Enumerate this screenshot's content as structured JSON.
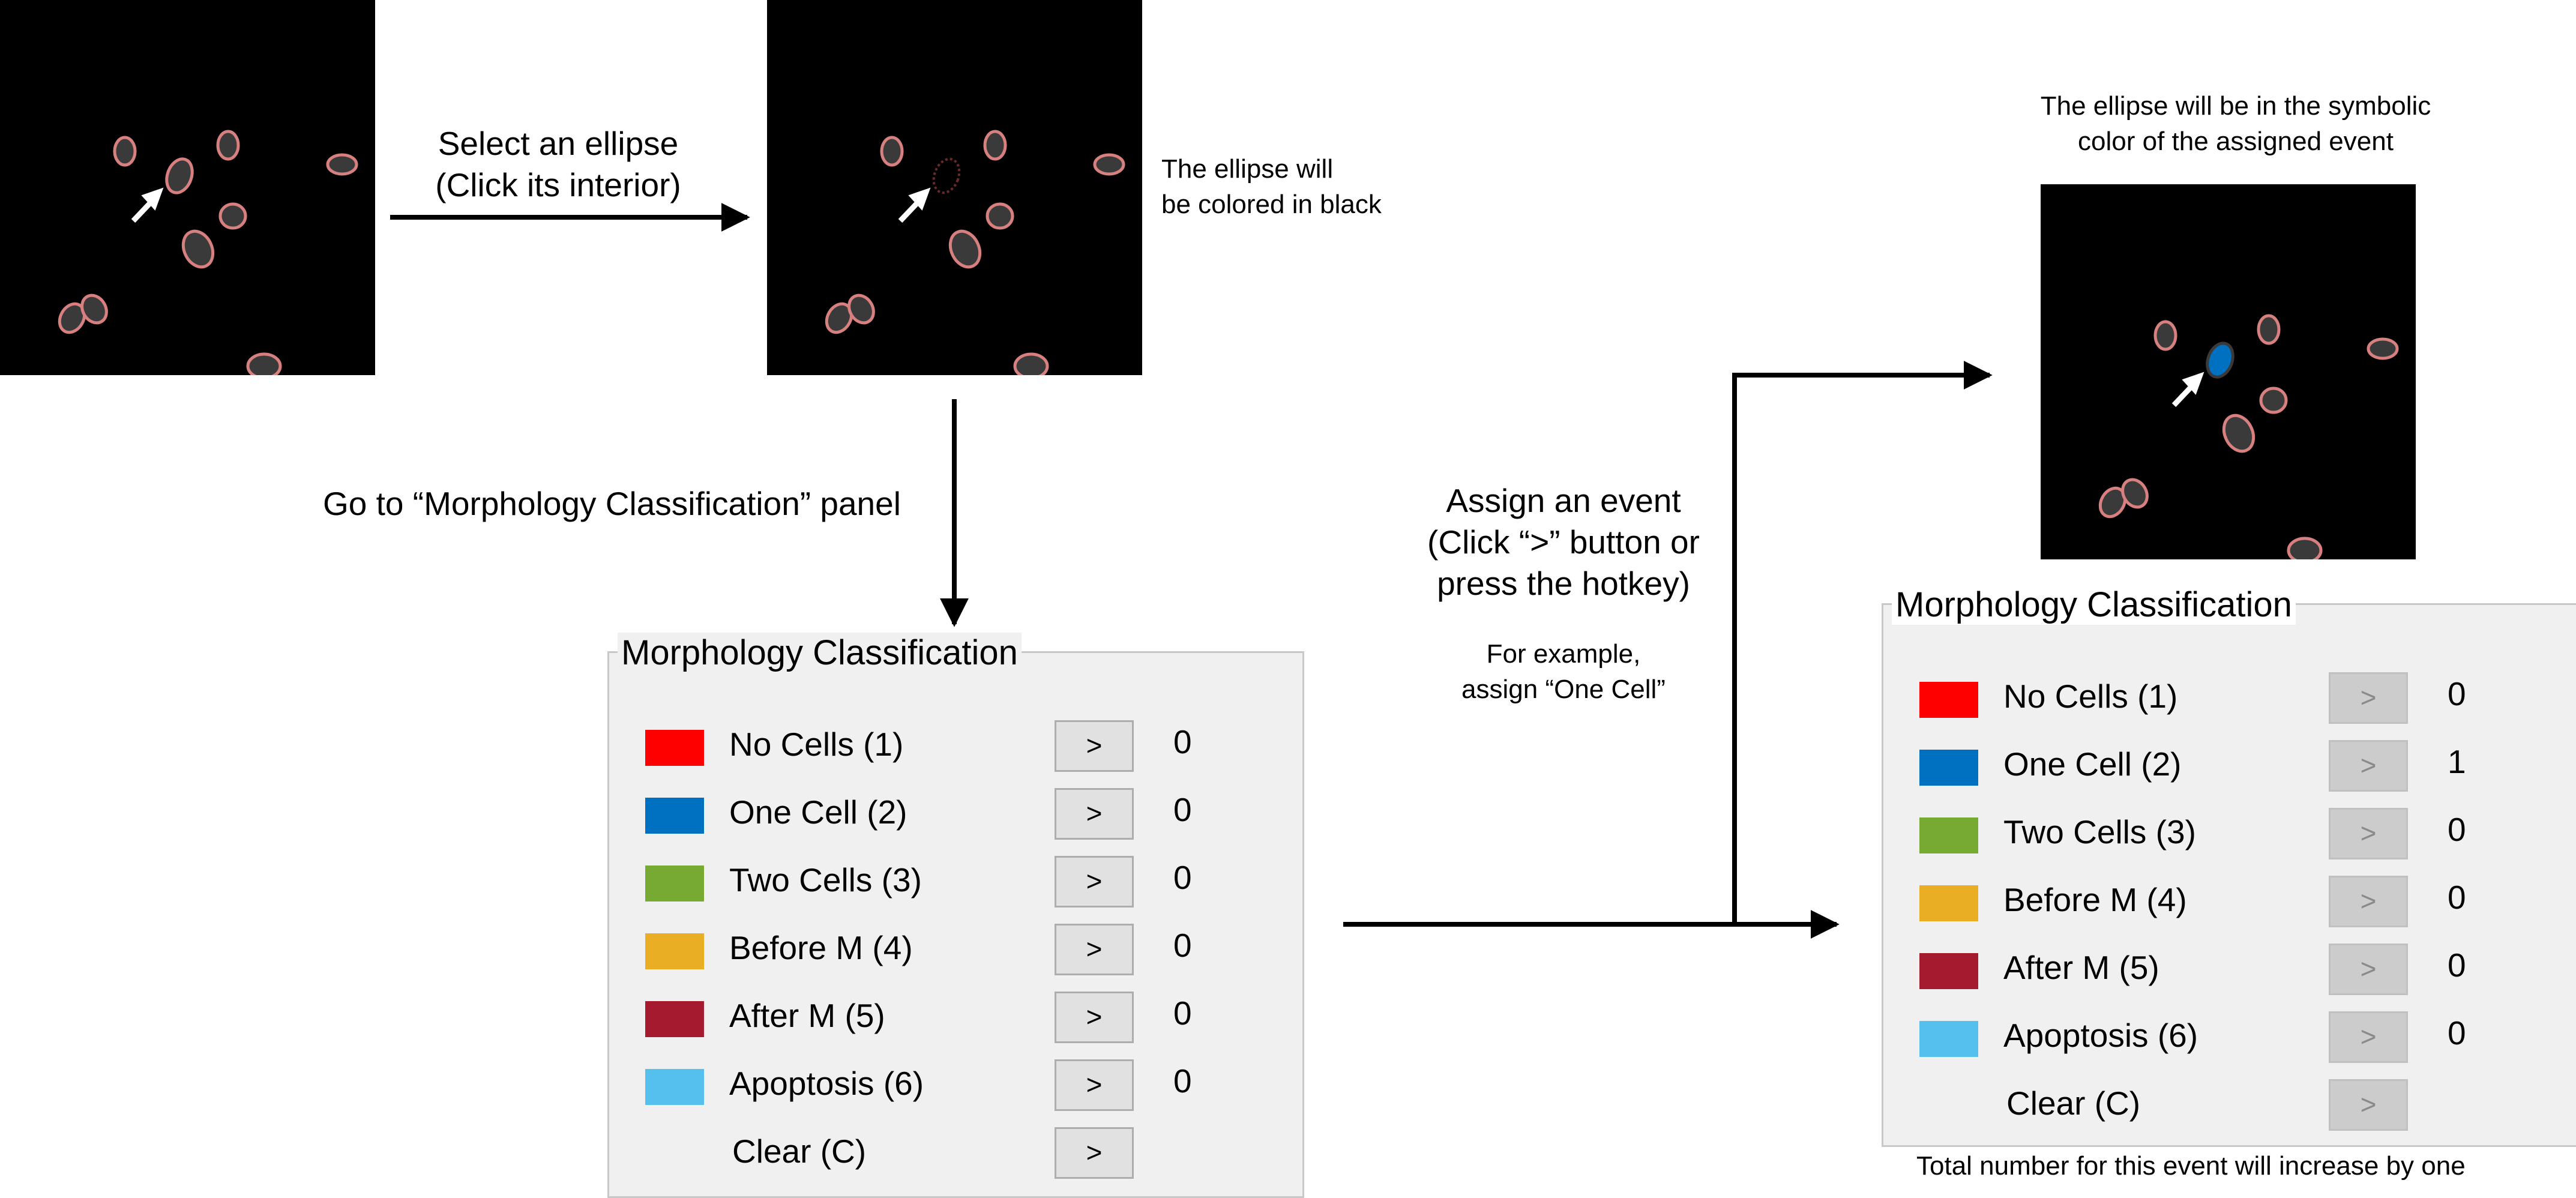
{
  "step1": {
    "text": "Select an ellipse\n(Click its interior)"
  },
  "step1_result": "The ellipse will\nbe colored in black",
  "step2": "Go to “Morphology Classification” panel",
  "step3": {
    "text": "Assign an event\n(Click “>” button or\npress the hotkey)",
    "example": "For example,\nassign “One Cell”"
  },
  "final_note": "The ellipse will be in the symbolic\ncolor of the assigned event",
  "total_note": "Total number for this event will increase by one",
  "panel_before": {
    "title": "Morphology Classification",
    "rows": [
      {
        "label": "No Cells (1)",
        "color": "#ff0000",
        "button": ">",
        "count": "0"
      },
      {
        "label": "One Cell (2)",
        "color": "#0070c0",
        "button": ">",
        "count": "0"
      },
      {
        "label": "Two Cells (3)",
        "color": "#77aa33",
        "button": ">",
        "count": "0"
      },
      {
        "label": "Before M (4)",
        "color": "#eaae25",
        "button": ">",
        "count": "0"
      },
      {
        "label": "After M (5)",
        "color": "#a51a2e",
        "button": ">",
        "count": "0"
      },
      {
        "label": "Apoptosis (6)",
        "color": "#55bfee",
        "button": ">",
        "count": "0"
      },
      {
        "label": "Clear (C)",
        "color": "",
        "button": ">",
        "count": ""
      }
    ]
  },
  "panel_after": {
    "title": "Morphology Classification",
    "rows": [
      {
        "label": "No Cells (1)",
        "color": "#ff0000",
        "button": ">",
        "count": "0"
      },
      {
        "label": "One Cell (2)",
        "color": "#0070c0",
        "button": ">",
        "count": "1"
      },
      {
        "label": "Two Cells (3)",
        "color": "#77aa33",
        "button": ">",
        "count": "0"
      },
      {
        "label": "Before M (4)",
        "color": "#eaae25",
        "button": ">",
        "count": "0"
      },
      {
        "label": "After M (5)",
        "color": "#a51a2e",
        "button": ">",
        "count": "0"
      },
      {
        "label": "Apoptosis (6)",
        "color": "#55bfee",
        "button": ">",
        "count": "0"
      },
      {
        "label": "Clear (C)",
        "color": "",
        "button": ">",
        "count": ""
      }
    ]
  },
  "colors": {
    "ellipse_outline": "#d88080",
    "ellipse_fill": "#3a3a3a",
    "selected_fill": "#0070c0",
    "panel_bg": "#f0f0f0"
  }
}
